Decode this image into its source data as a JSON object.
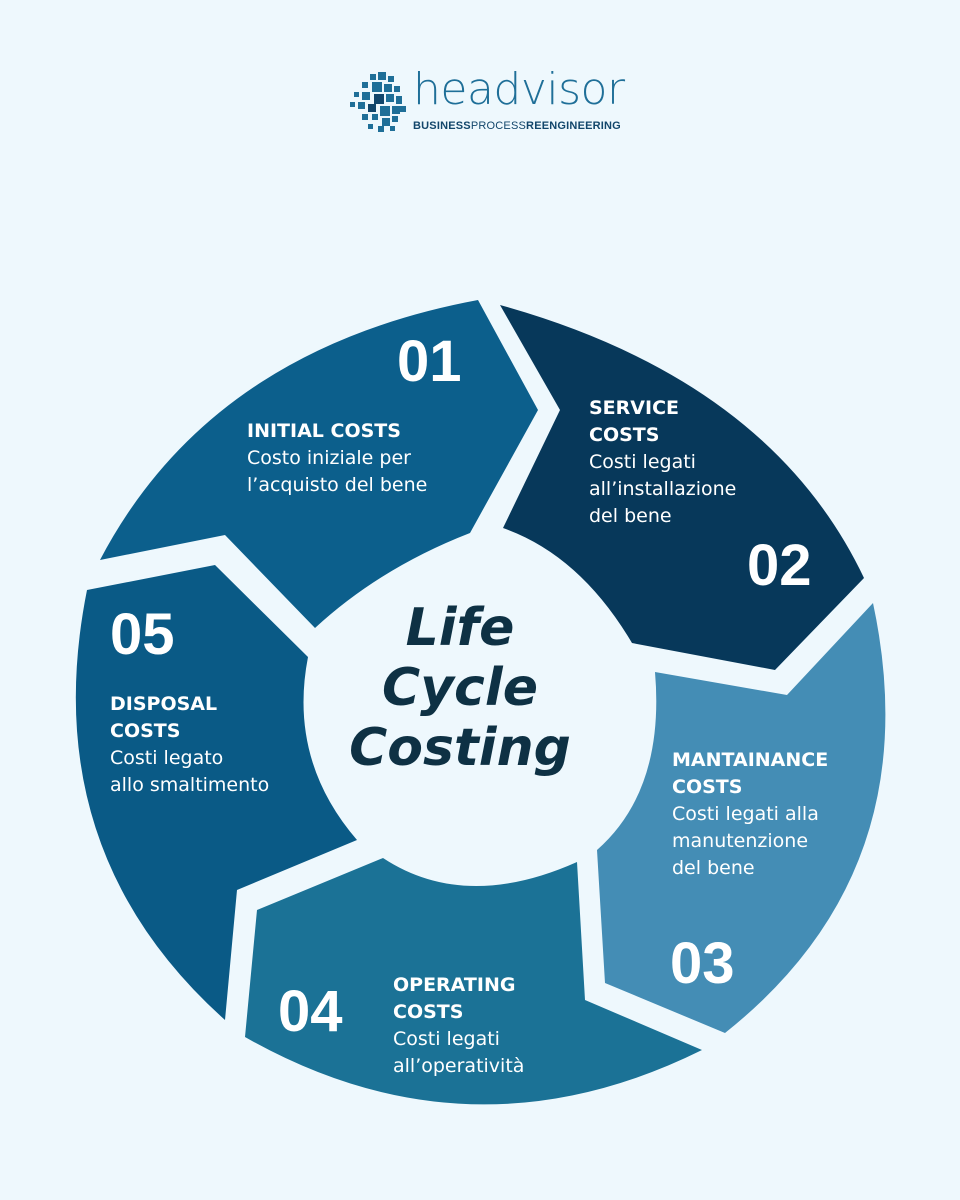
{
  "logo": {
    "word": "headvisor",
    "tag_business": "BUSINESS",
    "tag_process": "PROCESS",
    "tag_reengineering": "REENGINEERING"
  },
  "center": {
    "line1": "Life",
    "line2": "Cycle",
    "line3": "Costing"
  },
  "colors": {
    "background": "#eef8fd",
    "stage1": "#0c5f8c",
    "stage2": "#07385a",
    "stage3": "#448db5",
    "stage4": "#1b7296",
    "stage5": "#0a5a86",
    "center_text": "#0e3144"
  },
  "stages": [
    {
      "number": "01",
      "title": "INITIAL COSTS",
      "desc1": "Costo iniziale per",
      "desc2": "l’acquisto del bene"
    },
    {
      "number": "02",
      "title1": "SERVICE",
      "title2": "COSTS",
      "desc1": "Costi legati",
      "desc2": "all’installazione",
      "desc3": "del bene"
    },
    {
      "number": "03",
      "title1": "MANTAINANCE",
      "title2": "COSTS",
      "desc1": "Costi legati alla",
      "desc2": "manutenzione",
      "desc3": "del bene"
    },
    {
      "number": "04",
      "title1": "OPERATING",
      "title2": "COSTS",
      "desc1": "Costi legati",
      "desc2": "all’operatività"
    },
    {
      "number": "05",
      "title1": "DISPOSAL",
      "title2": "COSTS",
      "desc1": "Costi legato",
      "desc2": "allo smaltimento"
    }
  ]
}
